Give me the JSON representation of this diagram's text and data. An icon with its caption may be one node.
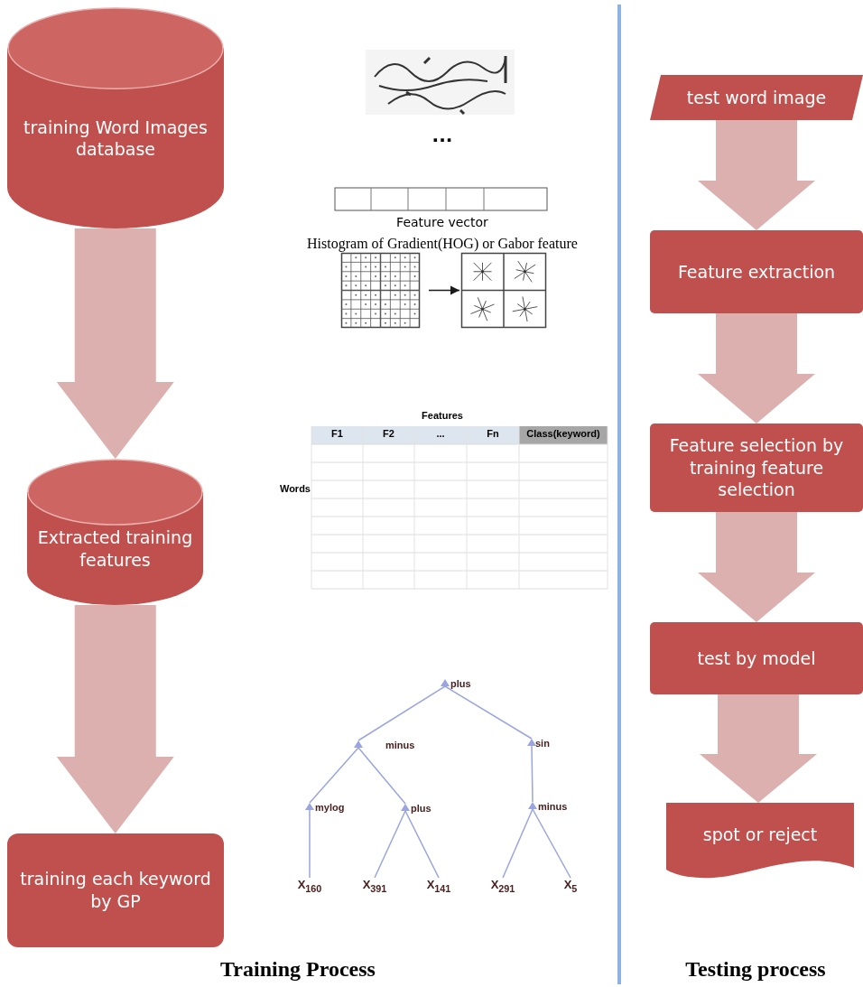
{
  "diagram": {
    "nodes": [
      {
        "text": [
          "training Word Images database"
        ]
      },
      {
        "text": [
          "Extracted  training features"
        ]
      },
      {
        "text": [
          "training each keyword by GP"
        ]
      },
      {
        "text": [],
        "shape": "picture"
      },
      {
        "text": [],
        "shape": "picture"
      },
      {
        "text": [
          "plus"
        ]
      },
      {
        "text": [
          "minus"
        ]
      },
      {
        "text": [
          "sin"
        ]
      },
      {
        "text": [
          "mylog"
        ]
      },
      {
        "text": [
          "plus"
        ]
      },
      {
        "text": [
          "minus"
        ]
      },
      {
        "text": [
          "X$_{160}$"
        ]
      },
      {
        "text": [
          "X$_{391}$"
        ]
      },
      {
        "text": [
          "X$_{141}$"
        ]
      },
      {
        "text": [
          "X$_{291}$"
        ]
      },
      {
        "text": [
          "X$_{5}$"
        ]
      },
      {
        "text": [
          "test word image"
        ]
      },
      {
        "text": [
          "Feature extraction"
        ]
      },
      {
        "text": [
          "Feature selection by training feature selection"
        ]
      },
      {
        "text": [
          "test by model"
        ]
      },
      {
        "text": [
          "spot or reject"
        ]
      }
    ],
    "edges": [
      {
        "from": 0,
        "to": 1,
        "arrow": "to",
        "style": "thick",
        "color": "#dbb0ae"
      },
      {
        "from": 1,
        "to": 2,
        "arrow": "to",
        "style": "thick",
        "color": "#dbb0ae"
      },
      {
        "from": 3,
        "to": 4,
        "arrow": "to",
        "color": "#1a1a1a"
      },
      {
        "from": 5,
        "to": 6,
        "arrow": "none"
      },
      {
        "from": 5,
        "to": 7,
        "arrow": "none"
      },
      {
        "from": 6,
        "to": 8,
        "arrow": "none"
      },
      {
        "from": 6,
        "to": 9,
        "arrow": "none"
      },
      {
        "from": 8,
        "to": 11,
        "arrow": "none"
      },
      {
        "from": 9,
        "to": 12,
        "arrow": "none"
      },
      {
        "from": 9,
        "to": 13,
        "arrow": "none"
      },
      {
        "from": 7,
        "to": 10,
        "arrow": "none"
      },
      {
        "from": 10,
        "to": 14,
        "arrow": "none"
      },
      {
        "from": 10,
        "to": 15,
        "arrow": "none"
      },
      {
        "from": 16,
        "to": 17,
        "arrow": "to",
        "style": "thick",
        "color": "#dbb0ae"
      },
      {
        "from": 17,
        "to": 18,
        "arrow": "to",
        "style": "thick",
        "color": "#dbb0ae"
      },
      {
        "from": 18,
        "to": 19,
        "arrow": "to",
        "style": "thick",
        "color": "#dbb0ae"
      },
      {
        "from": 19,
        "to": 20,
        "arrow": "to",
        "style": "thick",
        "color": "#dbb0ae"
      }
    ],
    "labels": [
      "...",
      "Feature vector",
      "Histogram of Gradient(HOG) or Gabor feature",
      "Features",
      "F1",
      "F2",
      "...",
      "Fn",
      "Class(keyword)",
      "Words",
      "Training Process",
      "Testing process"
    ]
  }
}
